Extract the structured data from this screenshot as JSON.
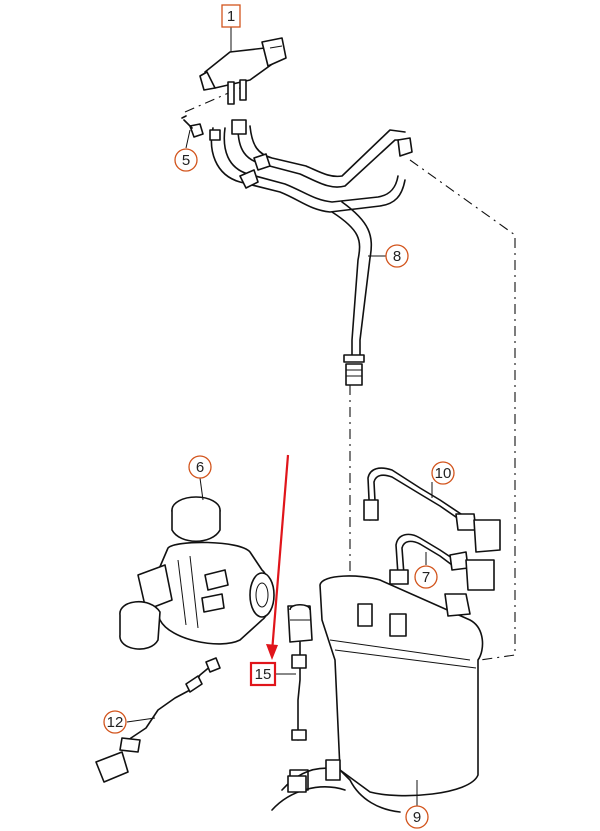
{
  "callouts": [
    {
      "id": "1",
      "shape": "box"
    },
    {
      "id": "5",
      "shape": "circle"
    },
    {
      "id": "8",
      "shape": "circle"
    },
    {
      "id": "6",
      "shape": "circle"
    },
    {
      "id": "10",
      "shape": "circle"
    },
    {
      "id": "7",
      "shape": "circle"
    },
    {
      "id": "15",
      "shape": "box-highlight"
    },
    {
      "id": "12",
      "shape": "circle"
    },
    {
      "id": "9",
      "shape": "circle"
    }
  ],
  "colors": {
    "callout": "#d2541c",
    "highlight": "#e0151b",
    "line": "#111111"
  }
}
